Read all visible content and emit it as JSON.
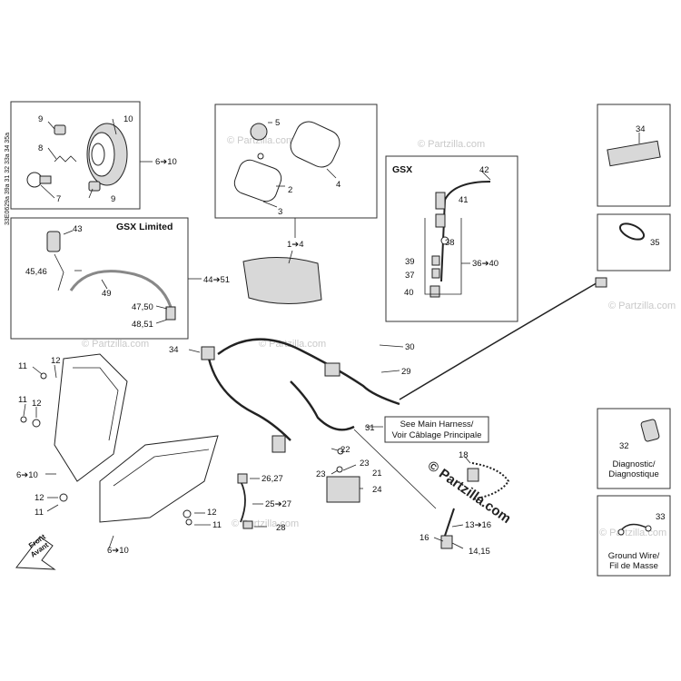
{
  "side_code": "33E0629a 39a 31 32 33a 34 35a",
  "watermark": "© Partzilla.com",
  "boxes": {
    "gsx_limited_title": "GSX Limited",
    "gsx_title": "GSX",
    "main_harness_line1": "See Main Harness/",
    "main_harness_line2": "Voir Câblage Principale",
    "diagnostic_line1": "Diagnostic/",
    "diagnostic_line2": "Diagnostique",
    "ground_line1": "Ground Wire/",
    "ground_line2": "Fil de Masse",
    "front_line1": "Front",
    "front_line2": "Avant"
  },
  "callouts": {
    "c1": "1➔4",
    "c2": "2",
    "c3": "3",
    "c4": "4",
    "c5": "5",
    "c6a": "6➔10",
    "c6b": "6➔10",
    "c6c": "6➔10",
    "c7": "7",
    "c8": "8",
    "c9a": "9",
    "c9b": "9",
    "c10": "10",
    "c11a": "11",
    "c11b": "11",
    "c11c": "11",
    "c11d": "11",
    "c12a": "12",
    "c12b": "12",
    "c12c": "12",
    "c12d": "12",
    "c13": "13➔16",
    "c14": "14,15",
    "c16": "16",
    "c18": "18",
    "c21": "21",
    "c22": "22",
    "c23a": "23",
    "c23b": "23",
    "c24": "24",
    "c25": "25➔27",
    "c26": "26,27",
    "c28": "28",
    "c29": "29",
    "c30": "30",
    "c31": "31",
    "c32": "32",
    "c33": "33",
    "c34": "34",
    "c34b": "34",
    "c35": "35",
    "c36": "36➔40",
    "c37": "37",
    "c38": "38",
    "c39": "39",
    "c40": "40",
    "c41": "41",
    "c42": "42",
    "c43": "43",
    "c44": "44➔51",
    "c45": "45,46",
    "c47": "47,50",
    "c48": "48,51",
    "c49": "49"
  }
}
